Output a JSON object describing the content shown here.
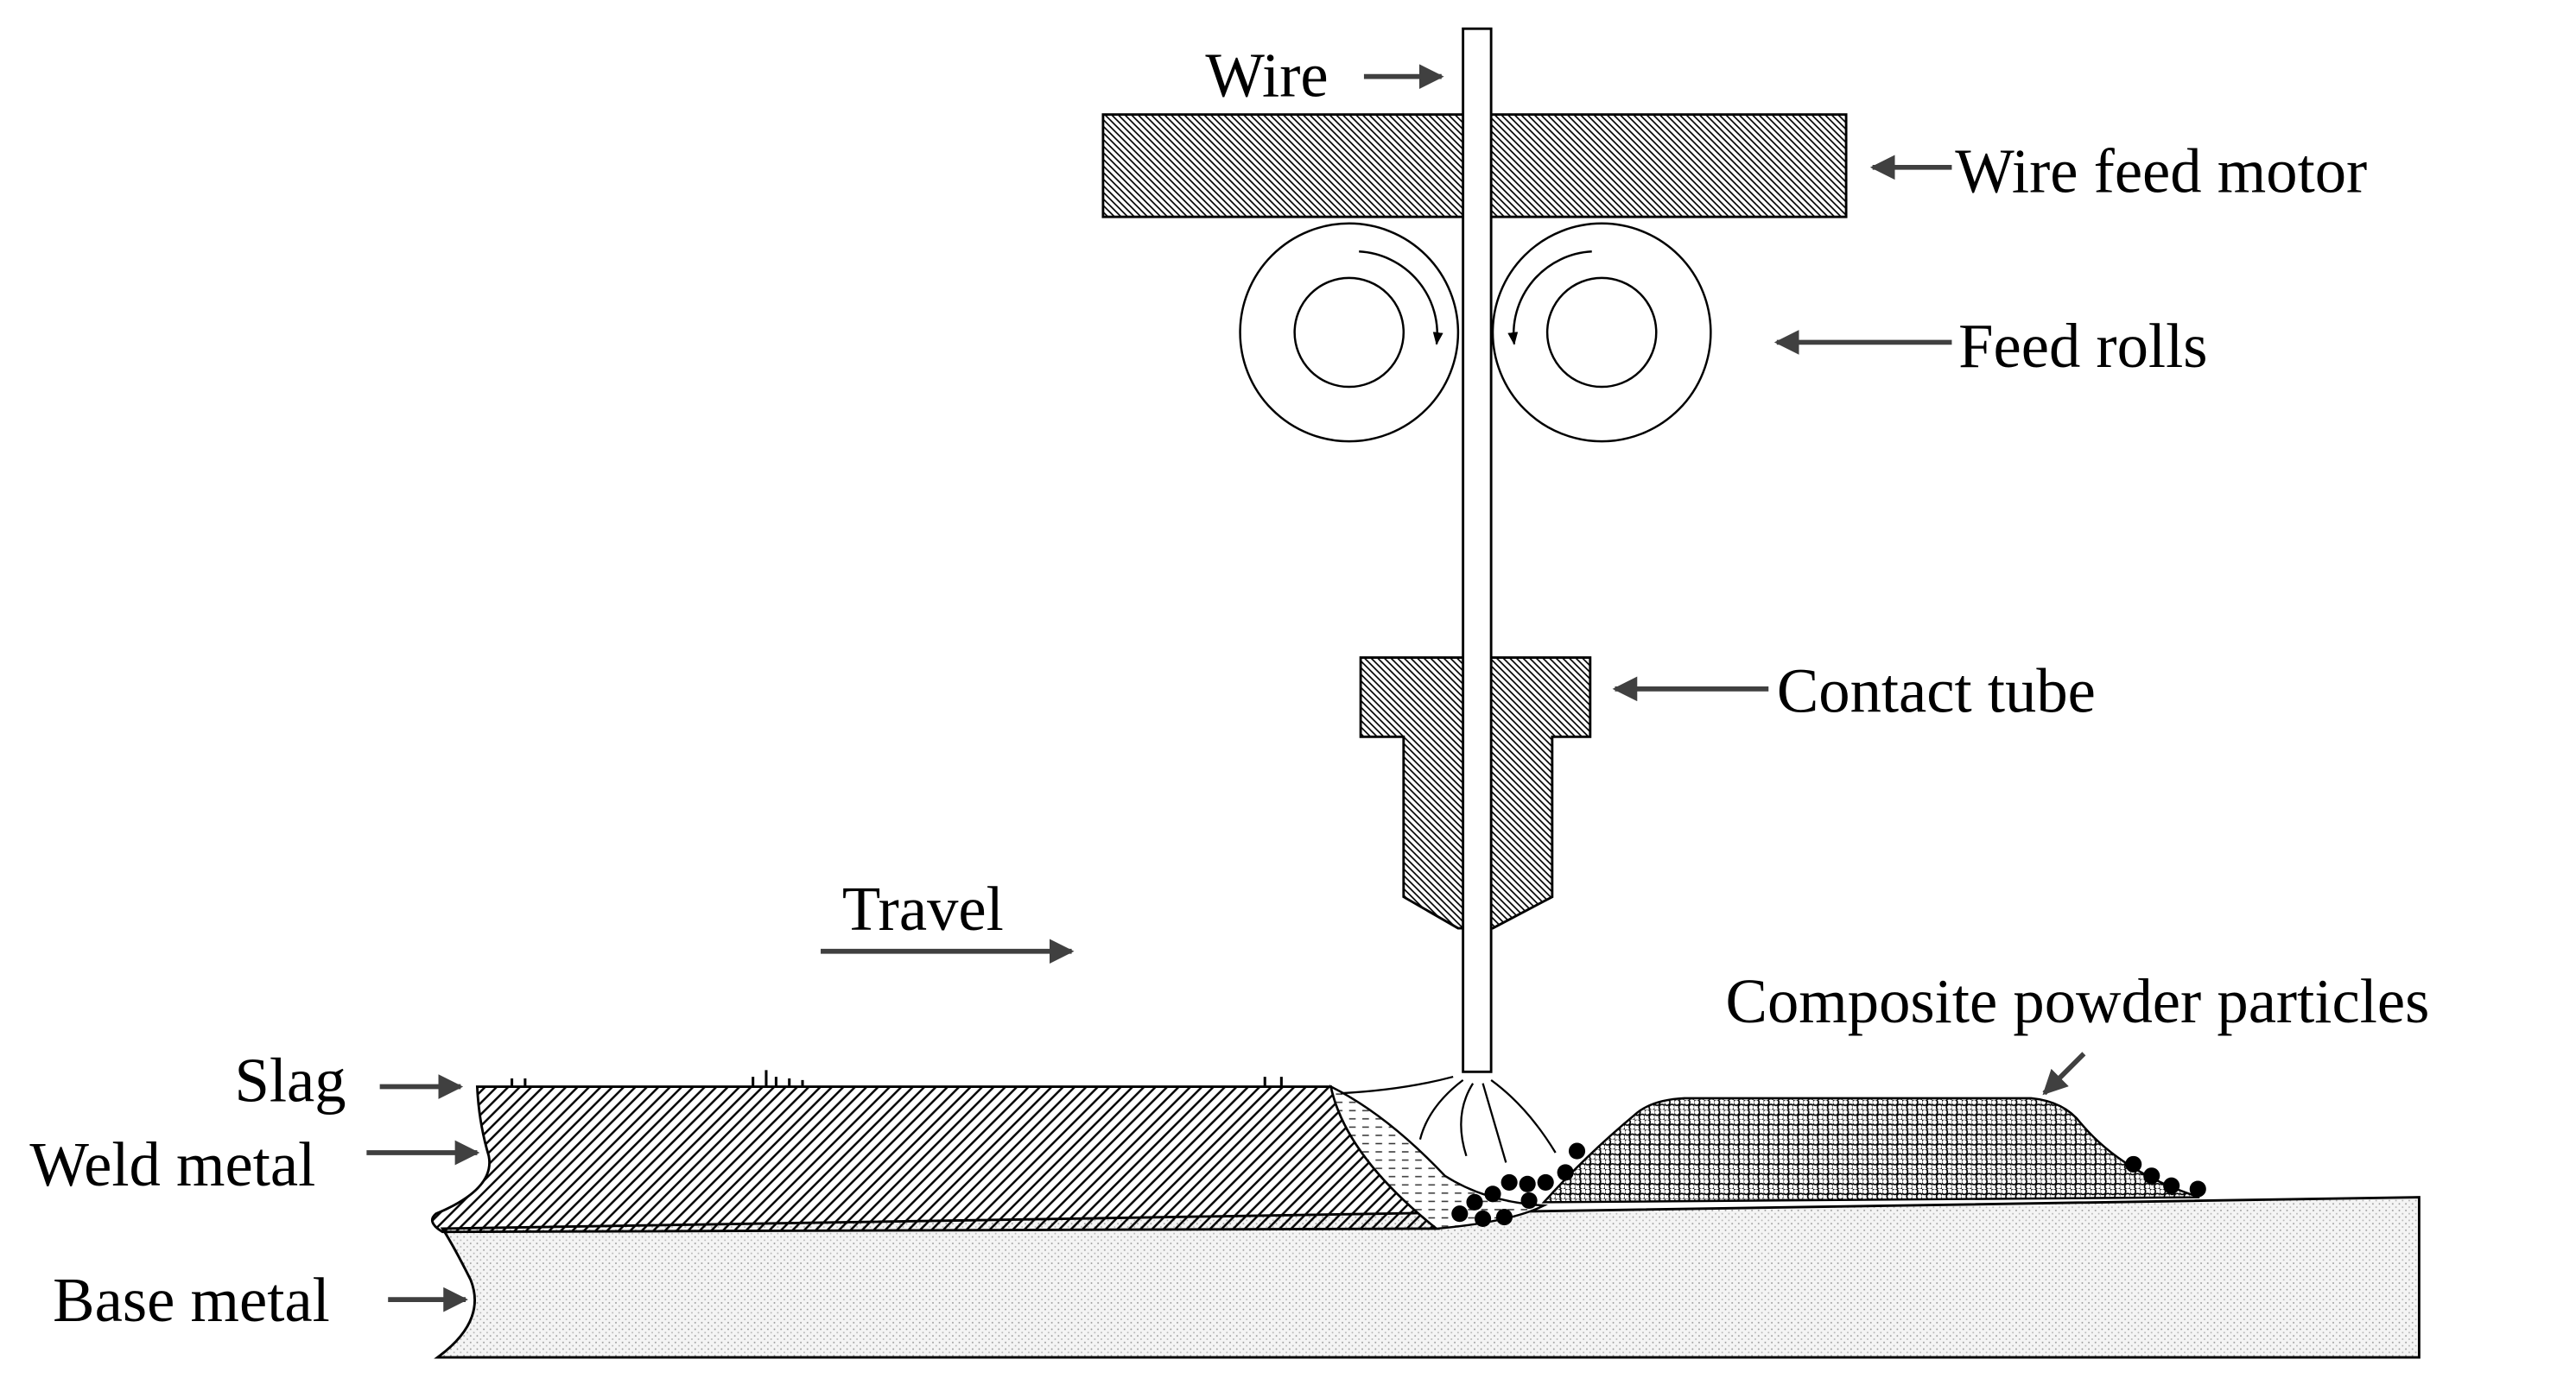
{
  "labels": {
    "wire": "Wire",
    "wire_feed_motor": "Wire feed motor",
    "feed_rolls": "Feed rolls",
    "contact_tube": "Contact tube",
    "travel": "Travel",
    "composite_powder_particles": "Composite powder particles",
    "slag": "Slag",
    "weld_metal": "Weld metal",
    "base_metal": "Base metal"
  },
  "colors": {
    "ink": "#000000",
    "arrow": "#404040",
    "base_metal_fill": "#f2f2f2",
    "background": "#ffffff"
  }
}
